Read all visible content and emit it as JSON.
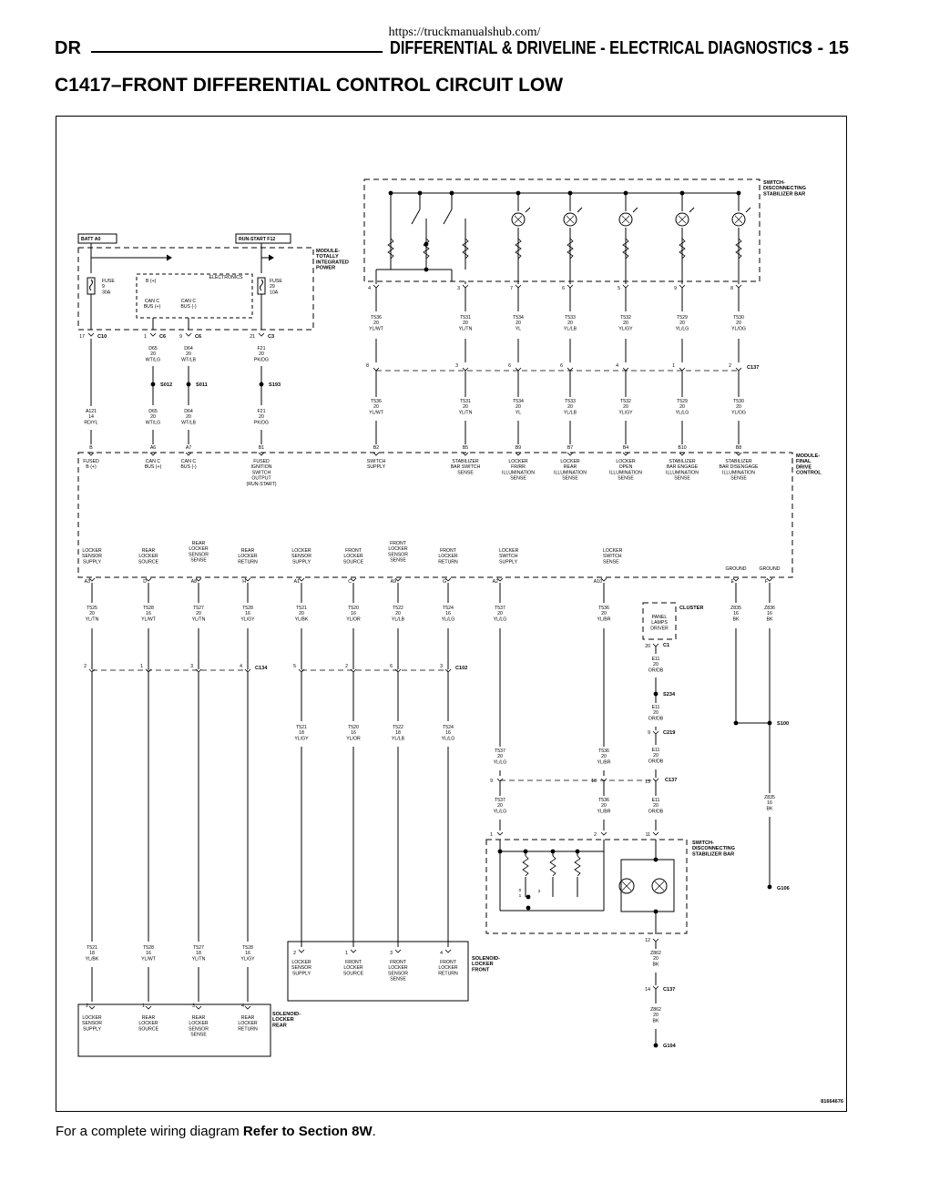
{
  "source_url": "https://truckmanualshub.com/",
  "header": {
    "left": "DR",
    "section": "DIFFERENTIAL & DRIVELINE - ELECTRICAL DIAGNOSTICS",
    "page": "3 - 15"
  },
  "title": "C1417–FRONT DIFFERENTIAL CONTROL CIRCUIT LOW",
  "figure_id": "81664676",
  "footer": {
    "prefix": "For a complete wiring diagram ",
    "ref": "Refer to Section 8W",
    "suffix": "."
  },
  "diagram": {
    "labels": {
      "batt": "BATT A0",
      "runstart": "RUN-START F12",
      "tipm": [
        "MODULE-",
        "TOTALLY",
        "INTEGRATED",
        "POWER"
      ],
      "fuse1": [
        "FUSE",
        "9",
        "30A"
      ],
      "fuse2": [
        "FUSE",
        "29",
        "10A"
      ],
      "bplus": "B (+)",
      "electronics": "ELECTRONICS",
      "canc1": [
        "CAN C",
        "BUS (+)"
      ],
      "canc2": [
        "CAN C",
        "BUS (-)"
      ],
      "sds_top": [
        "SWITCH-",
        "DISCONNECTING",
        "STABILIZER BAR"
      ],
      "fdcm": [
        "MODULE-",
        "FINAL",
        "DRIVE",
        "CONTROL"
      ],
      "cluster": "CLUSTER",
      "panel": [
        "PANEL",
        "LAMPS",
        "DRIVER"
      ],
      "sds_bot": [
        "SWITCH-",
        "DISCONNECTING",
        "STABILIZER BAR"
      ],
      "sol_front": [
        "SOLENOID-",
        "LOCKER",
        "FRONT"
      ],
      "sol_rear": [
        "SOLENOID-",
        "LOCKER",
        "REAR"
      ],
      "splices": [
        "S012",
        "S011",
        "S193",
        "S234",
        "S100"
      ],
      "grounds": [
        "G106",
        "G104"
      ],
      "connectors": [
        "C10",
        "C6",
        "C6",
        "C3",
        "C137",
        "C134",
        "C102",
        "C1",
        "C219",
        "C137",
        "C137"
      ],
      "ground_pins": [
        "GROUND",
        "GROUND"
      ],
      "misc": [
        "0",
        "1",
        "2"
      ]
    },
    "tipm_pins": [
      {
        "pin": "17",
        "conn": "C10",
        "wire": [
          "A121",
          "14",
          "RD/YL"
        ],
        "fdcm_pin": "B",
        "fdcm_label": [
          "FUSED",
          "B (+)"
        ]
      },
      {
        "pin": "1",
        "conn": "C6",
        "wire_top": [
          "D65",
          "20",
          "WT/LG"
        ],
        "splice": "S012",
        "wire": [
          "D65",
          "20",
          "WT/LG"
        ],
        "fdcm_pin": "A6",
        "fdcm_label": [
          "CAN C",
          "BUS (+)"
        ]
      },
      {
        "pin": "9",
        "conn": "C6",
        "wire_top": [
          "D64",
          "20",
          "WT/LB"
        ],
        "splice": "S011",
        "wire": [
          "D64",
          "20",
          "WT/LB"
        ],
        "fdcm_pin": "A7",
        "fdcm_label": [
          "CAN C",
          "BUS (-)"
        ]
      },
      {
        "pin": "21",
        "conn": "C3",
        "wire_top": [
          "F21",
          "20",
          "PK/DG"
        ],
        "splice": "S193",
        "wire": [
          "F21",
          "20",
          "PK/DG"
        ],
        "fdcm_pin": "B1",
        "fdcm_label": [
          "FUSED",
          "IGNITION",
          "SWITCH",
          "OUTPUT",
          "(RUN-START)"
        ]
      }
    ],
    "sds_pins": [
      {
        "top_pin": "4",
        "wire_top": [
          "T536",
          "20",
          "YL/WT"
        ],
        "c137": "8",
        "wire": [
          "T536",
          "20",
          "YL/WT"
        ],
        "fdcm_pin": "B2",
        "fdcm_label": [
          "SWITCH",
          "SUPPLY"
        ]
      },
      {
        "top_pin": "3",
        "wire_top": [
          "T531",
          "20",
          "YL/TN"
        ],
        "c137": "3",
        "wire": [
          "T531",
          "20",
          "YL/TN"
        ],
        "fdcm_pin": "B5",
        "fdcm_label": [
          "STABILIZER",
          "BAR SWITCH",
          "SENSE"
        ]
      },
      {
        "top_pin": "7",
        "wire_top": [
          "T534",
          "20",
          "YL"
        ],
        "c137": "6",
        "wire": [
          "T534",
          "20",
          "YL"
        ],
        "fdcm_pin": "B9",
        "fdcm_label": [
          "LOCKER",
          "FR/RR",
          "ILLUMINATION",
          "SENSE"
        ]
      },
      {
        "top_pin": "6",
        "wire_top": [
          "T533",
          "20",
          "YL/LB"
        ],
        "c137": "6",
        "wire": [
          "T533",
          "20",
          "YL/LB"
        ],
        "fdcm_pin": "B7",
        "fdcm_label": [
          "LOCKER",
          "REAR",
          "ILLUMINATION",
          "SENSE"
        ]
      },
      {
        "top_pin": "5",
        "wire_top": [
          "T532",
          "20",
          "YL/GY"
        ],
        "c137": "4",
        "wire": [
          "T532",
          "20",
          "YL/GY"
        ],
        "fdcm_pin": "B4",
        "fdcm_label": [
          "LOCKER",
          "OPEN",
          "ILLUMINATION",
          "SENSE"
        ]
      },
      {
        "top_pin": "9",
        "wire_top": [
          "T529",
          "20",
          "YL/LG"
        ],
        "c137": "1",
        "wire": [
          "T529",
          "20",
          "YL/LG"
        ],
        "fdcm_pin": "B10",
        "fdcm_label": [
          "STABILIZER",
          "BAR ENGAGE",
          "ILLUMINATION",
          "SENSE"
        ]
      },
      {
        "top_pin": "8",
        "wire_top": [
          "T530",
          "20",
          "YL/OG"
        ],
        "c137": "2",
        "wire": [
          "T530",
          "20",
          "YL/OG"
        ],
        "fdcm_pin": "B8",
        "fdcm_label": [
          "STABILIZER",
          "BAR DISENGAGE",
          "ILLUMINATION",
          "SENSE"
        ]
      }
    ],
    "fdcm_bottom": [
      {
        "label": [
          "LOCKER",
          "SENSOR",
          "SUPPLY"
        ],
        "pin": "A3",
        "wire": [
          "T525",
          "20",
          "YL/TN"
        ],
        "c134": "2",
        "wire_bot": [
          "T521",
          "18",
          "YL/BK"
        ],
        "sol_pin": "2",
        "sol_label": [
          "LOCKER",
          "SENSOR",
          "SUPPLY"
        ]
      },
      {
        "label": [
          "REAR",
          "LOCKER",
          "SOURCE"
        ],
        "pin": "D",
        "wire": [
          "T528",
          "16",
          "YL/WT"
        ],
        "c134": "1",
        "wire_bot": [
          "T528",
          "16",
          "YL/WT"
        ],
        "sol_pin": "1",
        "sol_label": [
          "REAR",
          "LOCKER",
          "SOURCE"
        ]
      },
      {
        "label": [
          "REAR",
          "LOCKER",
          "SENSOR",
          "SENSE"
        ],
        "pin": "A8",
        "wire": [
          "T527",
          "20",
          "YL/TN"
        ],
        "c134": "3",
        "wire_bot": [
          "T527",
          "18",
          "YL/TN"
        ],
        "sol_pin": "3",
        "sol_label": [
          "REAR",
          "LOCKER",
          "SENSOR",
          "SENSE"
        ]
      },
      {
        "label": [
          "REAR",
          "LOCKER",
          "RETURN"
        ],
        "pin": "H",
        "wire": [
          "T528",
          "16",
          "YL/GY"
        ],
        "c134": "4",
        "wire_bot": [
          "T528",
          "16",
          "YL/GY"
        ],
        "sol_pin": "4",
        "sol_label": [
          "REAR",
          "LOCKER",
          "RETURN"
        ]
      },
      {
        "label": [
          "LOCKER",
          "SENSOR",
          "SUPPLY"
        ],
        "pin": "A1",
        "wire": [
          "T521",
          "20",
          "YL/BK"
        ],
        "c102": "5",
        "wire_bot": [
          "T521",
          "18",
          "YL/GY"
        ],
        "sol_pin": "2",
        "sol_label": [
          "LOCKER",
          "SENSOR",
          "SUPPLY"
        ]
      },
      {
        "label": [
          "FRONT",
          "LOCKER",
          "SOURCE"
        ],
        "pin": "C",
        "wire": [
          "T520",
          "16",
          "YL/OR"
        ],
        "c102": "2",
        "wire_bot": [
          "T520",
          "16",
          "YL/OR"
        ],
        "sol_pin": "1",
        "sol_label": [
          "FRONT",
          "LOCKER",
          "SOURCE"
        ]
      },
      {
        "label": [
          "FRONT",
          "LOCKER",
          "SENSOR",
          "SENSE"
        ],
        "pin": "A9",
        "wire": [
          "T522",
          "20",
          "YL/LB"
        ],
        "c102": "6",
        "wire_bot": [
          "T522",
          "18",
          "YL/LB"
        ],
        "sol_pin": "3",
        "sol_label": [
          "FRONT",
          "LOCKER",
          "SENSOR",
          "SENSE"
        ]
      },
      {
        "label": [
          "FRONT",
          "LOCKER",
          "RETURN"
        ],
        "pin": "G",
        "wire": [
          "T524",
          "16",
          "YL/LG"
        ],
        "c102": "3",
        "wire_bot": [
          "T524",
          "16",
          "YL/LG"
        ],
        "sol_pin": "4",
        "sol_label": [
          "FRONT",
          "LOCKER",
          "RETURN"
        ]
      },
      {
        "label": [
          "LOCKER",
          "SWITCH",
          "SUPPLY"
        ],
        "pin": "A2",
        "wire": [
          "T537",
          "20",
          "YL/LG"
        ],
        "c137": "9",
        "wire_bot": [
          "T537",
          "20",
          "YL/LG"
        ],
        "sds_pin": "1"
      },
      {
        "label": [
          "LOCKER",
          "SWITCH",
          "SENSE"
        ],
        "pin": "A10",
        "wire": [
          "T536",
          "20",
          "YL/BR"
        ],
        "c137": "10",
        "wire_bot": [
          "T536",
          "20",
          "YL/BR"
        ],
        "sds_pin": "2"
      },
      {
        "label": [
          "GROUND"
        ],
        "pin": "E",
        "wire": [
          "Z835",
          "16",
          "BK"
        ]
      },
      {
        "label": [
          "GROUND"
        ],
        "pin": "F",
        "wire": [
          "Z836",
          "16",
          "BK"
        ]
      }
    ],
    "cluster_chain": [
      {
        "pin": "20",
        "conn": "C1",
        "wire": [
          "E11",
          "20",
          "OR/DB"
        ]
      },
      {
        "splice": "S234",
        "wire": [
          "E11",
          "20",
          "OR/DB"
        ]
      },
      {
        "pin": "9",
        "conn": "C219",
        "wire": [
          "E11",
          "20",
          "OR/DB"
        ]
      },
      {
        "pin": "13",
        "conn": "C137",
        "wire": [
          "E11",
          "20",
          "OR/DB"
        ]
      },
      {
        "sds_pin": "11"
      },
      {
        "pin": "12",
        "wire": [
          "Z862",
          "20",
          "BK"
        ]
      },
      {
        "pin": "14",
        "conn": "C137",
        "wire": [
          "Z862",
          "20",
          "BK"
        ]
      },
      {
        "ground": "G104"
      }
    ],
    "ground_chain": {
      "splice": "S100",
      "wire": [
        "Z835",
        "16",
        "BK"
      ],
      "ground": "G106"
    }
  }
}
